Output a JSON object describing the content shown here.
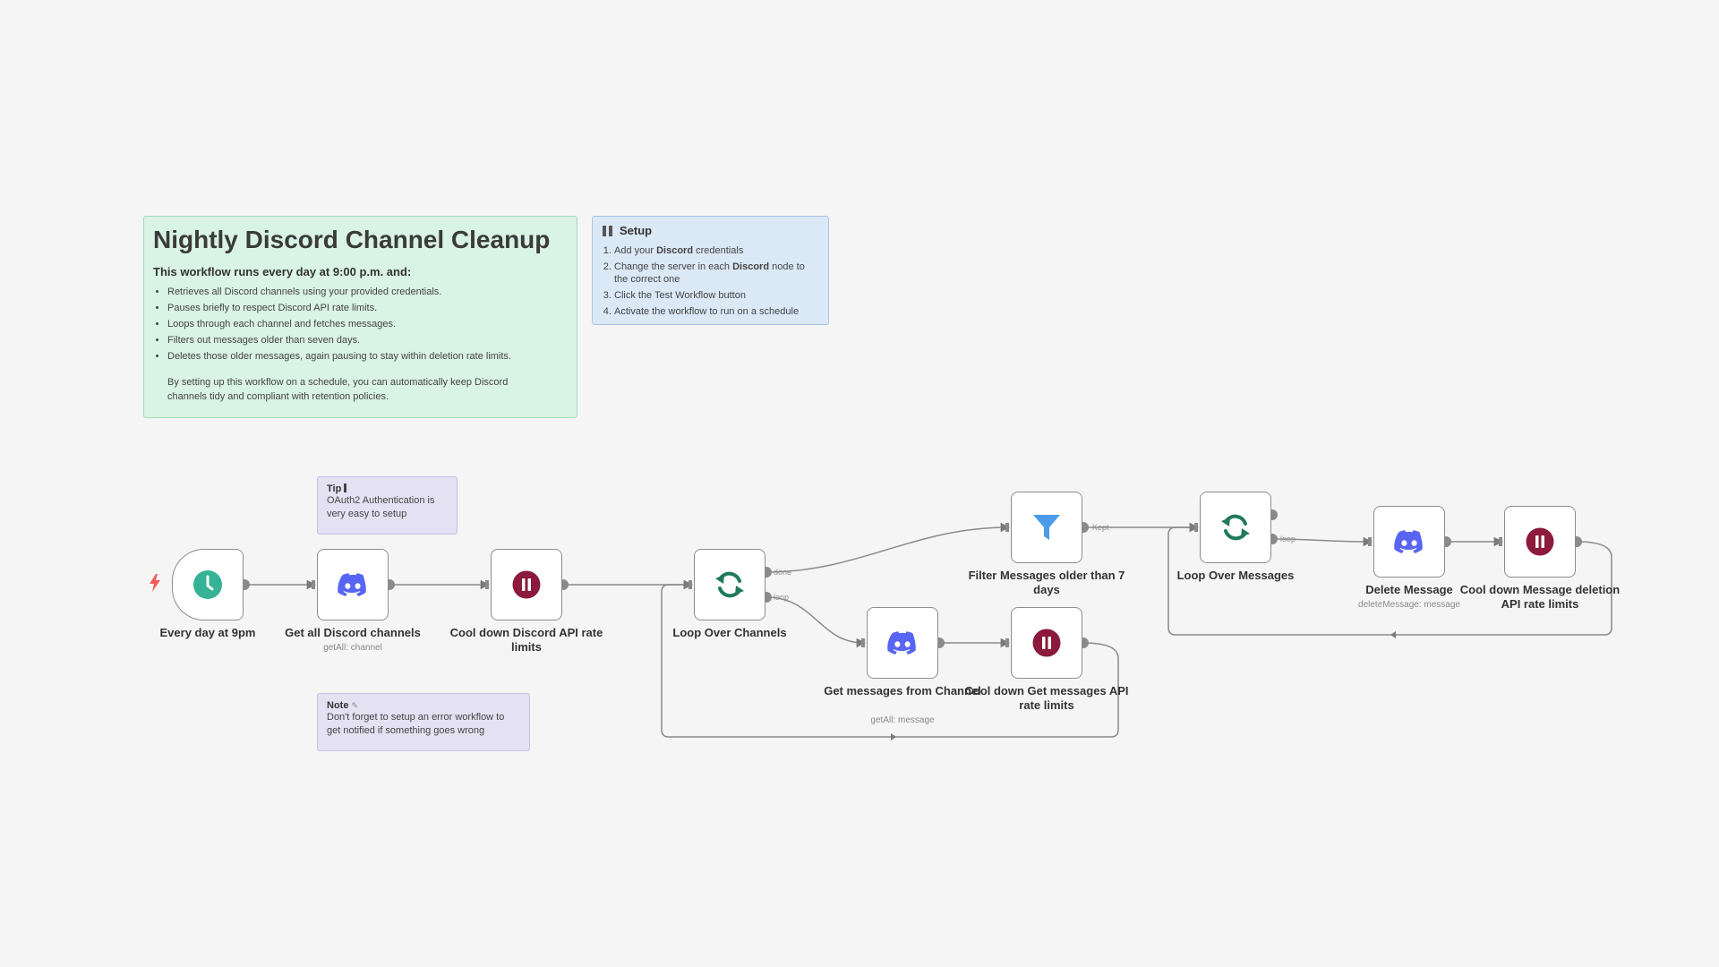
{
  "canvas": {
    "background": "#f5f5f5",
    "trigger_bolt_icon": "lightning-bolt-icon"
  },
  "sticky_main": {
    "title": "Nightly Discord Channel Cleanup",
    "intro": "This workflow runs every day at 9:00 p.m. and:",
    "bullets": [
      "Retrieves all Discord channels using your provided credentials.",
      "Pauses briefly to respect Discord API rate limits.",
      "Loops through each channel and fetches messages.",
      "Filters out messages older than seven days.",
      "Deletes those older messages, again pausing to stay within deletion rate limits."
    ],
    "outro": "By setting up this workflow on a schedule, you can automatically keep Discord channels tidy and compliant with retention policies.",
    "color": "#d9f3e4"
  },
  "sticky_setup": {
    "title": "Setup",
    "steps": [
      {
        "pre": "Add your ",
        "bold": "Discord",
        "post": " credentials"
      },
      {
        "pre": "Change the server in each ",
        "bold": "Discord",
        "post": " node to the correct one"
      },
      {
        "pre": "Click the Test Workflow button",
        "bold": "",
        "post": ""
      },
      {
        "pre": "Activate the workflow to run on a schedule",
        "bold": "",
        "post": ""
      }
    ],
    "color": "#dbe8f6"
  },
  "sticky_tip": {
    "title": "Tip",
    "body": "OAuth2 Authentication is very easy to setup"
  },
  "sticky_note": {
    "title": "Note",
    "body": "Don't forget to setup an error workflow to get notified if something goes wrong"
  },
  "nodes": {
    "schedule": {
      "label": "Every day at 9pm",
      "icon": "clock-icon",
      "color": "#35b394"
    },
    "get_channels": {
      "label": "Get all Discord channels",
      "sub": "getAll: channel",
      "icon": "discord-icon",
      "color": "#5865f2"
    },
    "wait_channels": {
      "label": "Cool down Discord API rate limits",
      "icon": "pause-icon",
      "color": "#8b1a3c"
    },
    "loop_channels": {
      "label": "Loop Over Channels",
      "icon": "loop-icon",
      "color": "#1f7a5c"
    },
    "get_messages": {
      "label": "Get messages from Channel",
      "sub": "getAll: message",
      "icon": "discord-icon",
      "color": "#5865f2"
    },
    "wait_messages": {
      "label": "Cool down Get messages API rate limits",
      "icon": "pause-icon",
      "color": "#8b1a3c"
    },
    "filter": {
      "label": "Filter Messages older than 7 days",
      "icon": "filter-icon",
      "color": "#4a9be8"
    },
    "loop_messages": {
      "label": "Loop Over Messages",
      "icon": "loop-icon",
      "color": "#1f7a5c"
    },
    "delete_message": {
      "label": "Delete Message",
      "sub": "deleteMessage: message",
      "icon": "discord-icon",
      "color": "#5865f2"
    },
    "wait_delete": {
      "label": "Cool down Message deletion API rate limits",
      "icon": "pause-icon",
      "color": "#8b1a3c"
    }
  },
  "port_labels": {
    "done": "done",
    "loop": "loop",
    "kept": "Kept",
    "loop2": "loop"
  }
}
